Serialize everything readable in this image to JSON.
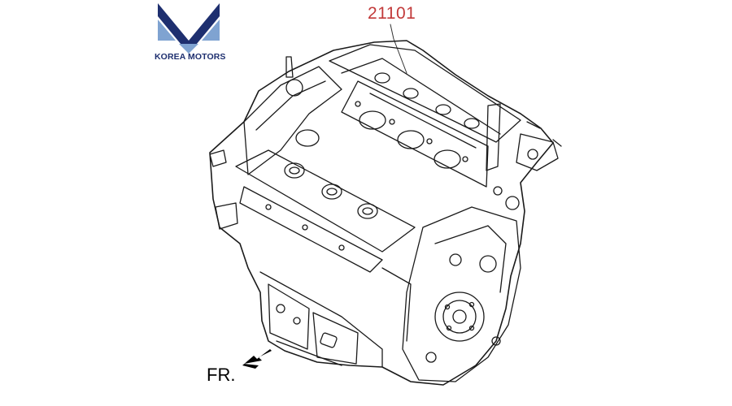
{
  "brand": {
    "logo_icon": "km-chevron-logo-icon",
    "name": "KOREA MOTORS",
    "colors": {
      "dark_blue": "#1e2f6f",
      "light_blue": "#7fa3d1"
    }
  },
  "diagram": {
    "part_number": "21101",
    "part_number_color": "#c23a3a",
    "front_label": "FR.",
    "front_arrow_icon": "front-direction-arrow-icon",
    "illustration": "engine-assembly-illustration"
  }
}
